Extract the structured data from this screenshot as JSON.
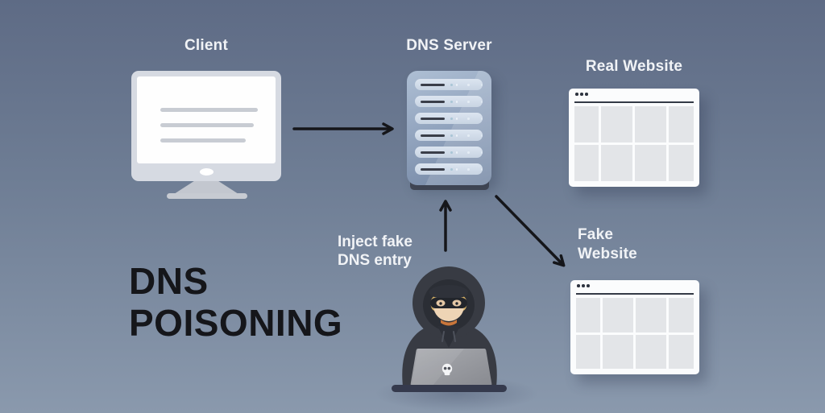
{
  "title": {
    "line1": "DNS",
    "line2": "POISONING"
  },
  "nodes": {
    "client": {
      "label": "Client"
    },
    "dns_server": {
      "label": "DNS Server"
    },
    "real_website": {
      "label": "Real Website"
    },
    "fake_website": {
      "label_line1": "Fake",
      "label_line2": "Website"
    }
  },
  "annotations": {
    "inject": {
      "line1": "Inject fake",
      "line2": "DNS entry"
    }
  },
  "icons": {
    "client": "desktop-monitor-icon",
    "dns_server": "server-rack-icon",
    "real_website": "browser-window-icon",
    "fake_website": "browser-window-icon",
    "attacker": "hooded-hacker-icon",
    "laptop_badge": "skull-icon"
  },
  "arrows": [
    {
      "name": "client-to-dns-arrow",
      "from": "client",
      "to": "dns_server"
    },
    {
      "name": "hacker-to-dns-arrow",
      "from": "attacker",
      "to": "dns_server"
    },
    {
      "name": "dns-to-fake-website-arrow",
      "from": "dns_server",
      "to": "fake_website"
    }
  ],
  "colors": {
    "background_top": "#5E6B85",
    "background_bottom": "#8A99AD",
    "label_text": "#F1F3F6",
    "title_text": "#15161A",
    "arrow": "#15161A",
    "server_body_light": "#AEBFD4",
    "server_body_dark": "#7487A4",
    "browser_tile": "#E3E5E8",
    "hoodie": "#383B43",
    "skin": "#EED4B5",
    "laptop": "#97999E",
    "desk": "#353A4D"
  },
  "structure": {
    "server_slat_count": 6,
    "browser_tile_count": 8,
    "monitor_line_count": 3
  }
}
